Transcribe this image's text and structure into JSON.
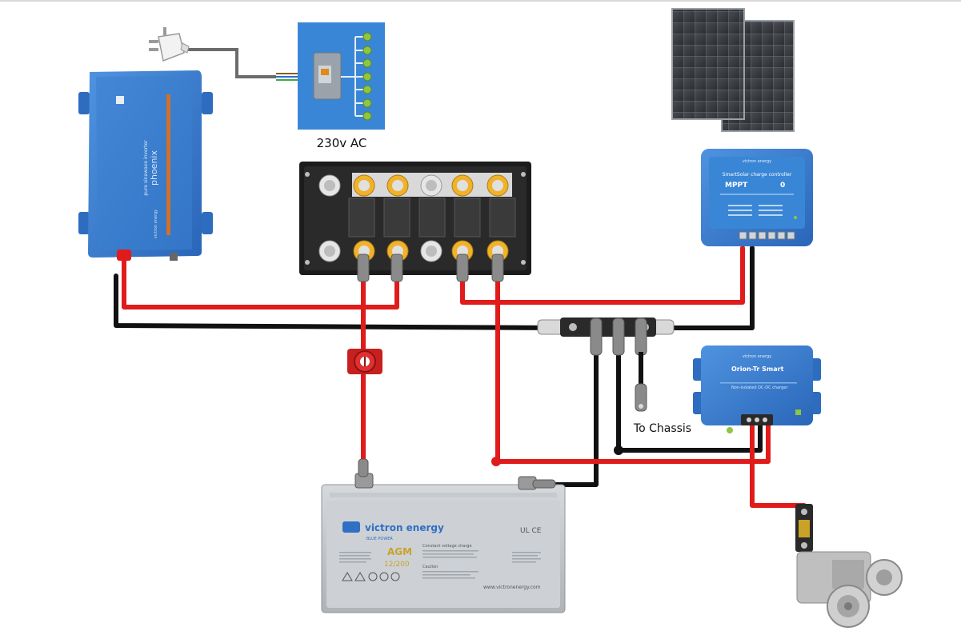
{
  "labels": {
    "ac_panel": "230v AC",
    "chassis": "To Chassis"
  },
  "inverter": {
    "brand": "victron energy",
    "model": "phoenix",
    "subtitle": "pure sinewave inverter"
  },
  "mppt": {
    "brand": "victron energy",
    "line1": "SmartSolar charge controller",
    "line2": "MPPT",
    "spec": "0"
  },
  "dcdc": {
    "brand": "victron energy",
    "title": "Orion-Tr Smart",
    "subtitle": "Non-isolated DC-DC charger"
  },
  "battery": {
    "brand": "victron energy",
    "tagline": "BLUE POWER",
    "type": "AGM",
    "rating": "12/200",
    "web": "www.victronenergy.com",
    "cert": "UL CE",
    "note1": "Constant voltage charge",
    "note2": "Caution"
  },
  "colors": {
    "positive": "#e01b1b",
    "negative": "#111111",
    "victron_blue": "#2f6fc4",
    "panel_blue": "#3a86d6",
    "breaker_green": "#8ec63f"
  }
}
